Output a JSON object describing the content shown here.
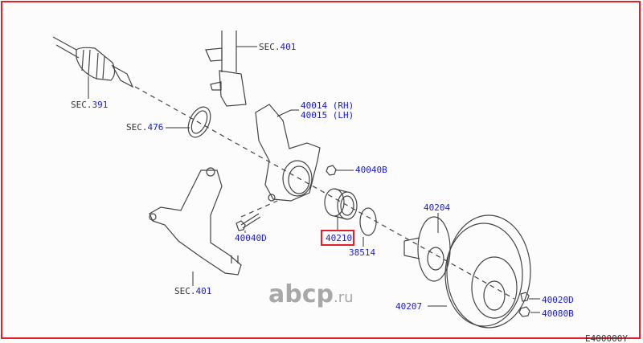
{
  "diagram": {
    "labels": {
      "sec391_prefix": "SEC.",
      "sec391_num": "391",
      "sec476_prefix": "SEC.",
      "sec476_num": "476",
      "sec401_top_prefix": "SEC.",
      "sec401_top_num": "401",
      "sec401_bottom_prefix": "SEC.",
      "sec401_bottom_num": "401",
      "knuckle_rh": "40014 (RH)",
      "knuckle_lh": "40015 (LH)",
      "nut_40040b": "40040B",
      "bolt_40040d": "40040D",
      "bearing_40210": "40210",
      "snap_ring_38514": "38514",
      "hub_40204": "40204",
      "rotor_40207": "40207",
      "bolt_40020d": "40020D",
      "nut_40080b": "40080B",
      "diagram_code": "E400000Y"
    },
    "watermark": {
      "main": "abcp",
      "suffix": ".ru"
    },
    "colors": {
      "label": "#1a1ae6",
      "highlight": "#e0202a",
      "border": "#e0202a"
    }
  }
}
